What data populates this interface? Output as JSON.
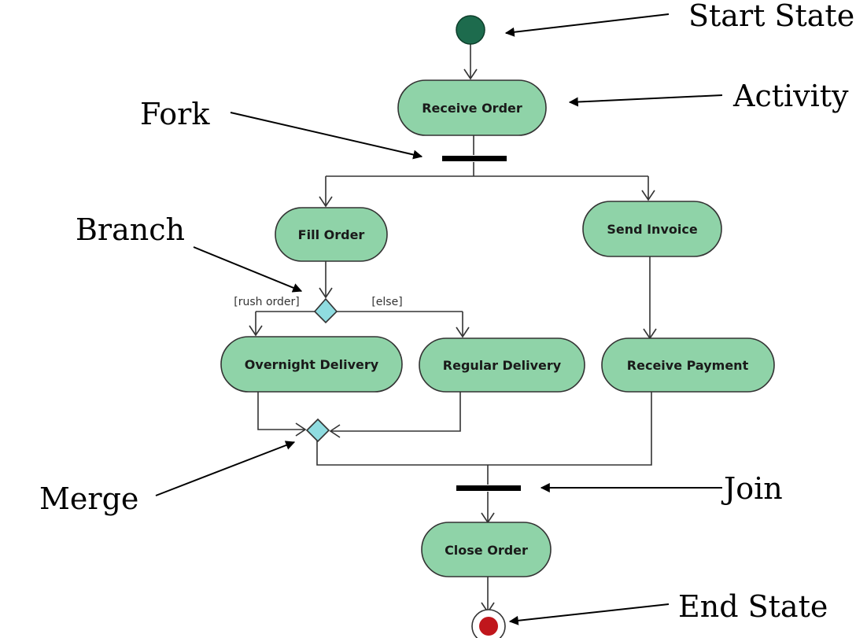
{
  "colors": {
    "activity_fill": "#8fd3a8",
    "start_fill": "#1d6b4d",
    "end_fill": "#c0161c",
    "decision_fill": "#8fdce0",
    "bar": "#000000"
  },
  "activities": {
    "receive_order": "Receive Order",
    "fill_order": "Fill Order",
    "send_invoice": "Send Invoice",
    "overnight_delivery": "Overnight Delivery",
    "regular_delivery": "Regular Delivery",
    "receive_payment": "Receive Payment",
    "close_order": "Close Order"
  },
  "guards": {
    "rush": "[rush order]",
    "else": "[else]"
  },
  "callouts": {
    "start_state": "Start State",
    "activity": "Activity",
    "fork": "Fork",
    "branch": "Branch",
    "merge": "Merge",
    "join": "Join",
    "end_state": "End State"
  }
}
